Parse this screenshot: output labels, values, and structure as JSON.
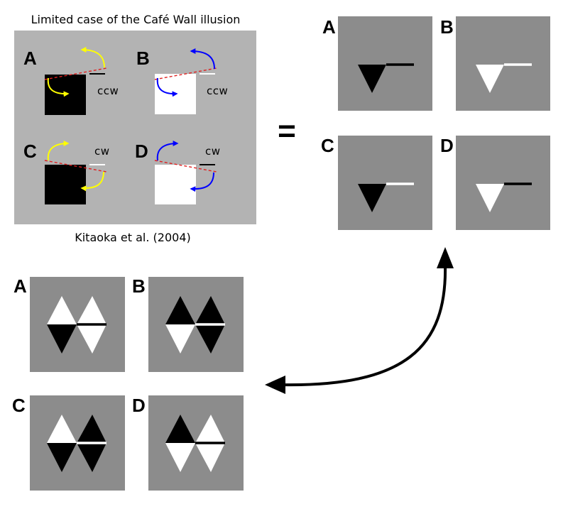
{
  "top_left": {
    "title": "Limited case of the Café Wall illusion",
    "citation": "Kitaoka et al. (2004)",
    "panels": [
      {
        "label": "A",
        "direction": "ccw"
      },
      {
        "label": "B",
        "direction": "ccw"
      },
      {
        "label": "C",
        "direction": "cw"
      },
      {
        "label": "D",
        "direction": "cw"
      }
    ]
  },
  "equals_sign": "=",
  "top_right": {
    "panels": [
      {
        "label": "A"
      },
      {
        "label": "B"
      },
      {
        "label": "C"
      },
      {
        "label": "D"
      }
    ]
  },
  "bottom_left": {
    "panels": [
      {
        "label": "A"
      },
      {
        "label": "B"
      },
      {
        "label": "C"
      },
      {
        "label": "D"
      }
    ]
  },
  "colors": {
    "light_gray": "#b3b3b3",
    "mid_gray": "#8c8c8c",
    "yellow_arrow": "#ffff00",
    "blue_arrow": "#0000ff",
    "dashed_line": "#e02020"
  }
}
